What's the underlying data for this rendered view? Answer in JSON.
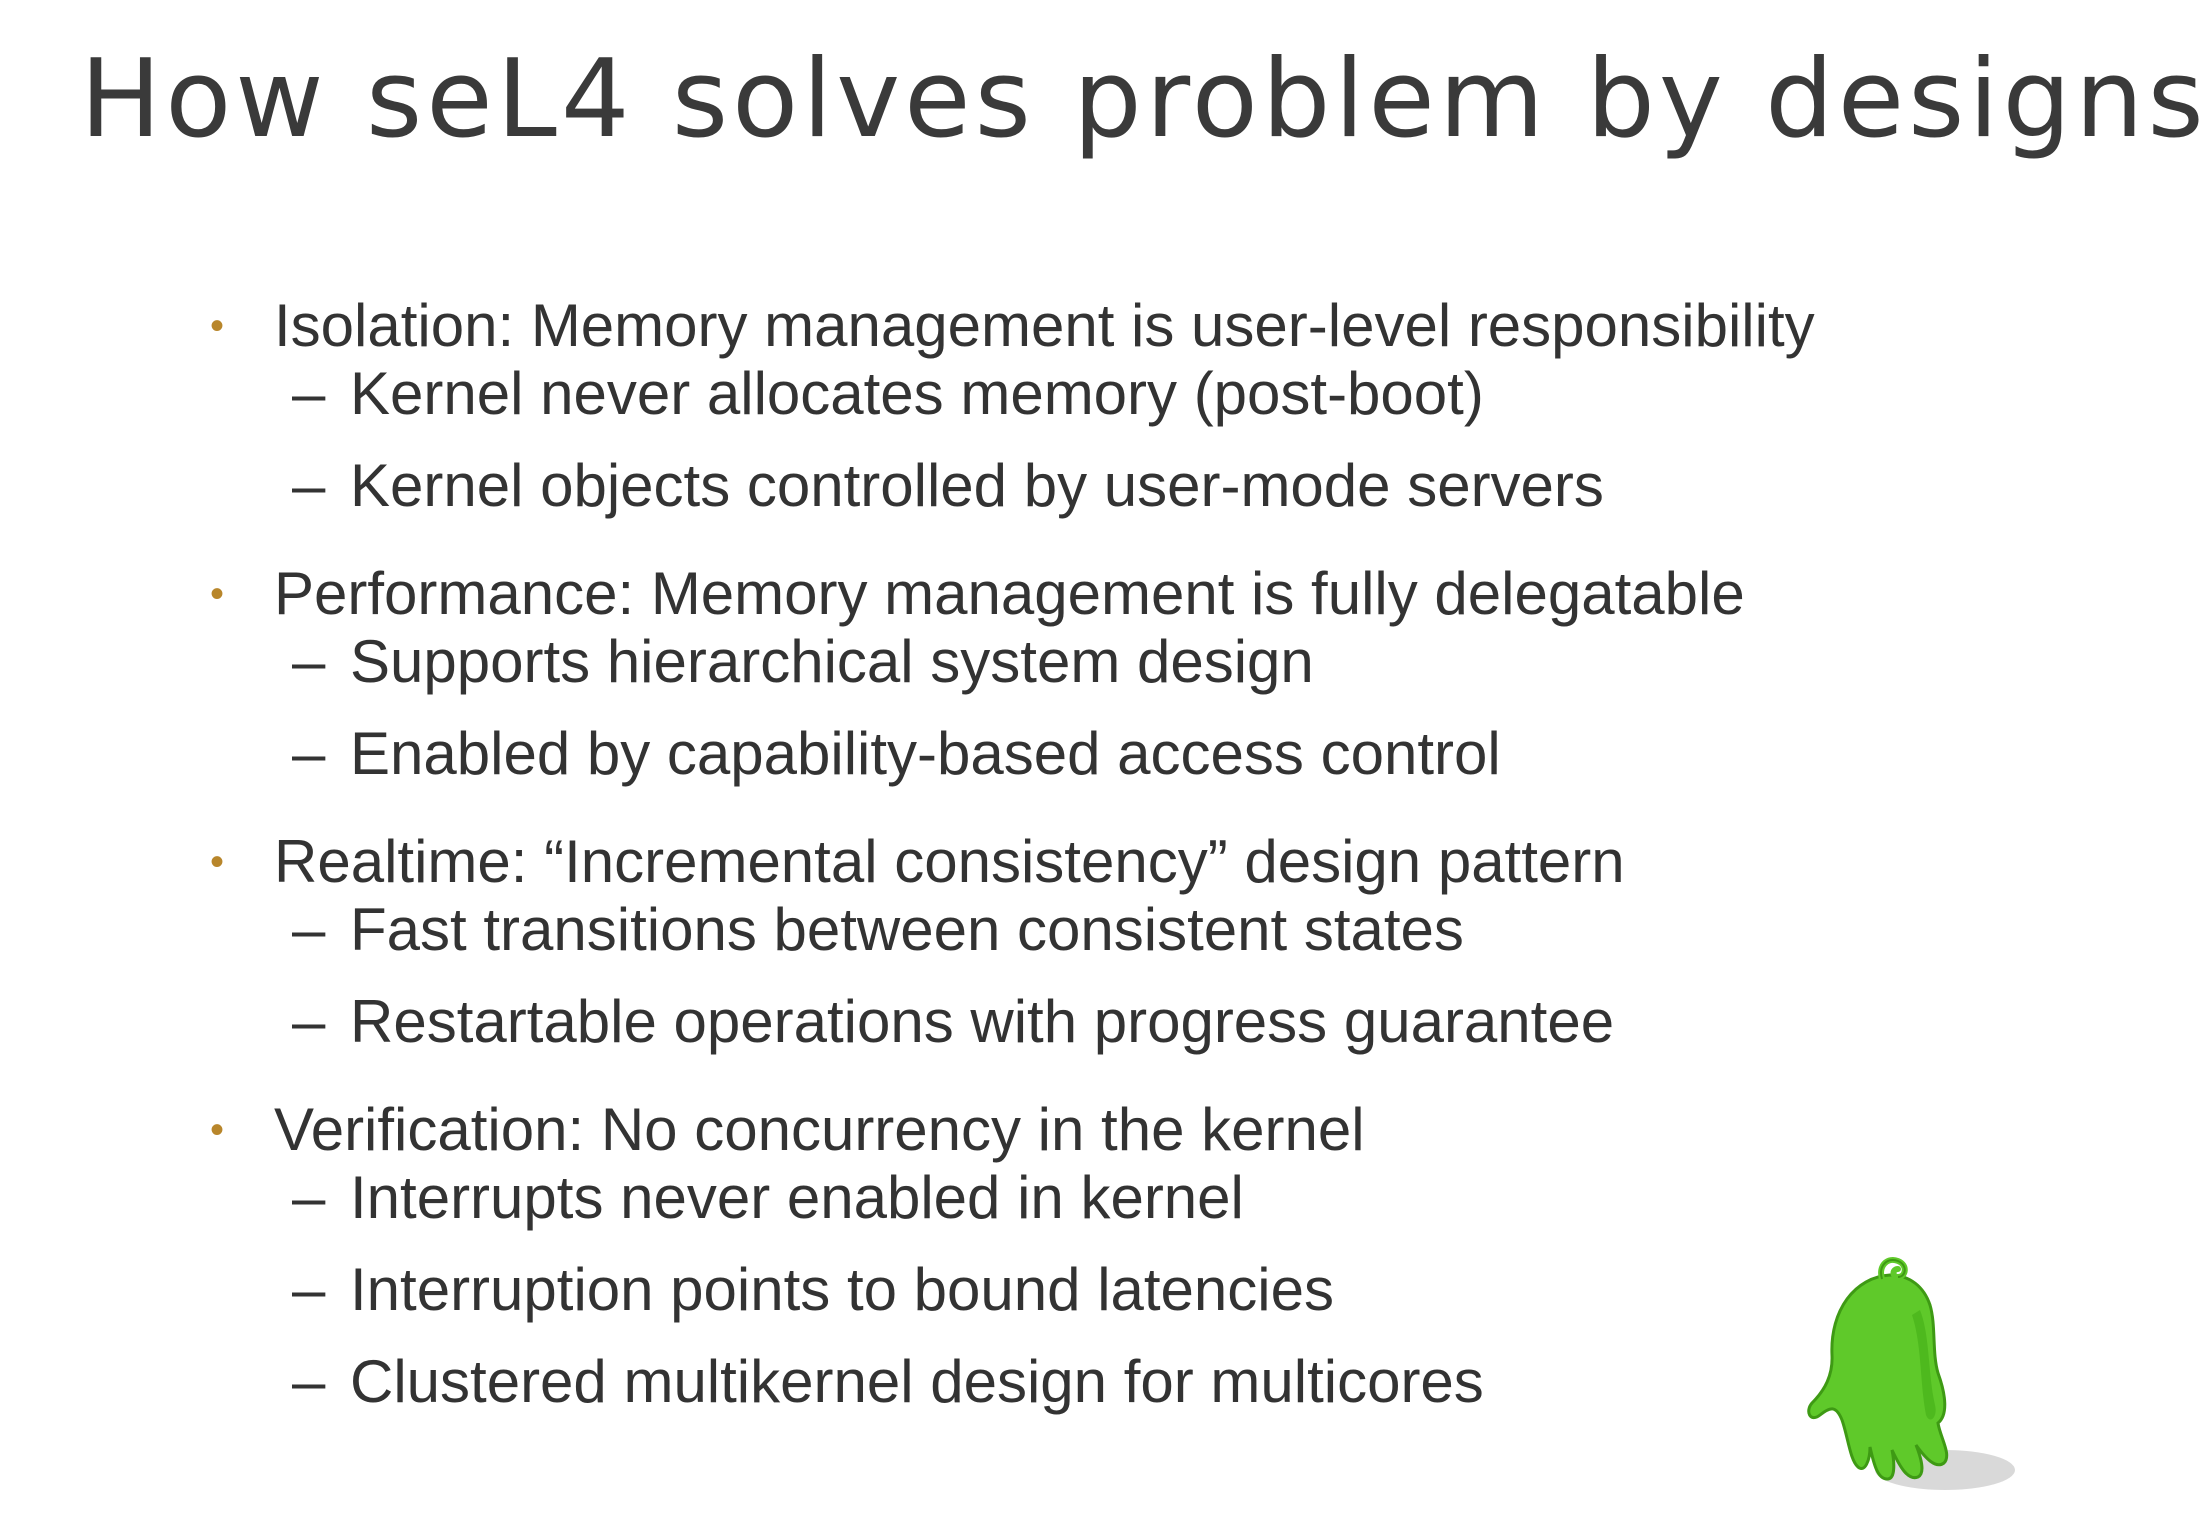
{
  "slide": {
    "title": "How seL4 solves problem by designs",
    "bullet_marker": "•",
    "sub_marker": "–",
    "accent_color": "#b8862b",
    "mascot_color": "#5fc92a",
    "sections": [
      {
        "heading": "Isolation: Memory management is user-level responsibility",
        "items": [
          "Kernel never allocates memory (post-boot)",
          "Kernel objects controlled by user-mode servers"
        ]
      },
      {
        "heading": "Performance: Memory management is fully delegatable",
        "items": [
          "Supports hierarchical system design",
          "Enabled by capability-based access control"
        ]
      },
      {
        "heading": "Realtime:  “Incremental consistency” design pattern",
        "items": [
          "Fast transitions between consistent states",
          "Restartable operations with progress guarantee"
        ]
      },
      {
        "heading": "Verification: No concurrency in the kernel",
        "items": [
          "Interrupts never enabled in kernel",
          "Interruption points to bound latencies",
          "Clustered multikernel design for multicores"
        ]
      }
    ],
    "mascot_icon": "green-creature-icon"
  }
}
